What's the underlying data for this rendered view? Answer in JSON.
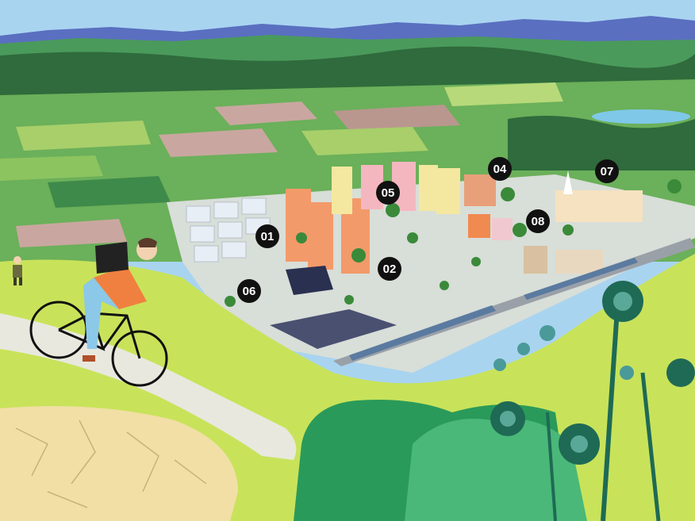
{
  "illustration": {
    "colors": {
      "sky": "#a9d4f0",
      "mountains": "#5a6fc0",
      "far_hills": "#4a9a5c",
      "forest": "#2f6b3c",
      "fields_light": "#a8cf6a",
      "fields_pink": "#c9a7a0",
      "fields_dark": "#3e8a4a",
      "lake": "#7fc8e8",
      "foreground_grass": "#c8e35a",
      "path": "#e8e8de",
      "rock": "#f1dfa6",
      "marker": "#111111",
      "cyclist_shirt": "#f08040",
      "cyclist_pants": "#8cc8e8",
      "flowers": "#2a7a6a"
    },
    "markers": [
      {
        "id": "m01",
        "label": "01"
      },
      {
        "id": "m02",
        "label": "02"
      },
      {
        "id": "m04",
        "label": "04"
      },
      {
        "id": "m05",
        "label": "05"
      },
      {
        "id": "m06",
        "label": "06"
      },
      {
        "id": "m07",
        "label": "07"
      },
      {
        "id": "m08",
        "label": "08"
      }
    ]
  }
}
